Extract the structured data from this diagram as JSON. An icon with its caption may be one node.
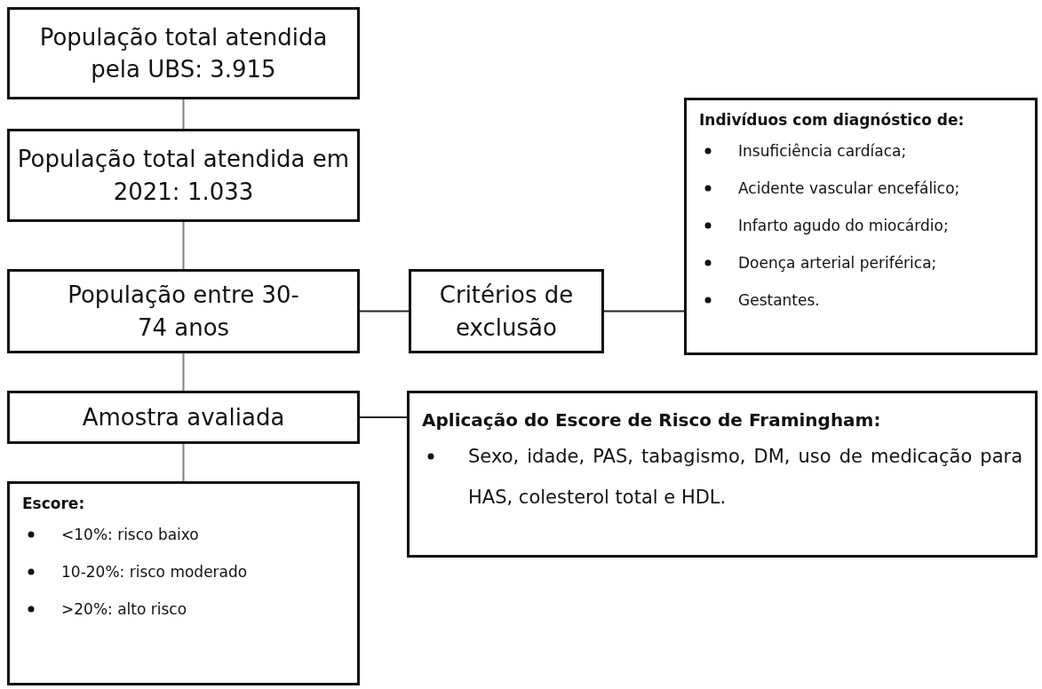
{
  "diagram": {
    "nodes": [
      {
        "text": [
          "População total atendida pela UBS: 3.915"
        ]
      },
      {
        "text": [
          "População total atendida em 2021: 1.033"
        ]
      },
      {
        "text": [
          "População entre 30-74 anos"
        ]
      },
      {
        "text": [
          "Critérios de exclusão"
        ]
      },
      {
        "text": [
          "Indivíduos com diagnóstico de:",
          "Insuficiência cardíaca;",
          "Acidente vascular encefálico;",
          "Infarto agudo do miocárdio;",
          "Doença arterial periférica;",
          "Gestantes."
        ]
      },
      {
        "text": [
          "Amostra avaliada"
        ]
      },
      {
        "text": [
          "Aplicação do Escore de Risco de Framingham:",
          "Sexo, idade, PAS, tabagismo, DM, uso de medicação para HAS, colesterol total e HDL."
        ]
      },
      {
        "text": [
          "Escore:",
          "<10%: risco baixo",
          "10-20%: risco moderado",
          ">20%: alto risco"
        ]
      }
    ],
    "edges": [
      {
        "from": 0,
        "to": 1,
        "arrow": "none"
      },
      {
        "from": 1,
        "to": 2,
        "arrow": "none"
      },
      {
        "from": 2,
        "to": 3,
        "arrow": "none",
        "color": "#222222"
      },
      {
        "from": 3,
        "to": 4,
        "arrow": "none",
        "color": "#222222"
      },
      {
        "from": 2,
        "to": 5,
        "arrow": "none"
      },
      {
        "from": 5,
        "to": 6,
        "arrow": "none",
        "color": "#222222"
      },
      {
        "from": 5,
        "to": 7,
        "arrow": "none"
      }
    ]
  }
}
